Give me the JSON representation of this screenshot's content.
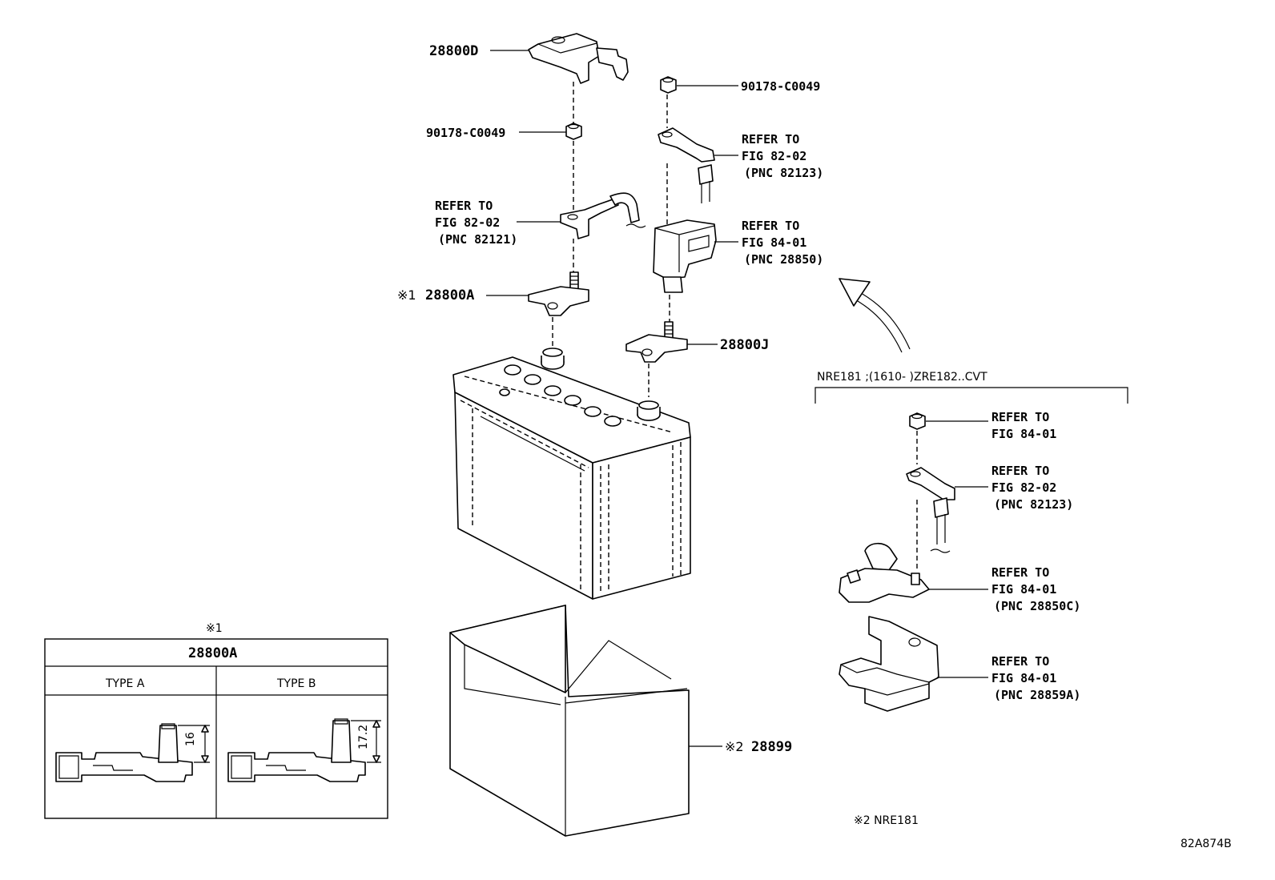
{
  "labels": {
    "cover_d": "28800D",
    "nut_top_right": "90178-C0049",
    "nut_left": "90178-C0049",
    "refer_a": {
      "l1": "REFER TO",
      "l2": "FIG 82-02",
      "l3": "(PNC 82123)"
    },
    "refer_b": {
      "l1": "REFER TO",
      "l2": "FIG 82-02",
      "l3": "(PNC 82121)"
    },
    "refer_c": {
      "l1": "REFER TO",
      "l2": "FIG 84-01",
      "l3": "(PNC 28850)"
    },
    "terminal_a_mark": "※1",
    "terminal_a": "28800A",
    "terminal_j": "28800J",
    "tray_mark": "※2",
    "tray": "28899"
  },
  "variant": {
    "header": "NRE181 ;(1610-       )ZRE182..CVT",
    "refer_1": {
      "l1": "REFER TO",
      "l2": "FIG 84-01"
    },
    "refer_2": {
      "l1": "REFER TO",
      "l2": "FIG 82-02",
      "l3": "(PNC 82123)"
    },
    "refer_3": {
      "l1": "REFER TO",
      "l2": "FIG 84-01",
      "l3": "(PNC 28850C)"
    },
    "refer_4": {
      "l1": "REFER TO",
      "l2": "FIG 84-01",
      "l3": "(PNC 28859A)"
    }
  },
  "type_table": {
    "note_mark": "※1",
    "title": "28800A",
    "col_a": "TYPE A",
    "col_b": "TYPE B",
    "dim_a": "16",
    "dim_b": "17.2"
  },
  "notes": {
    "note2": "※2 NRE181",
    "figure_id": "82A874B"
  }
}
